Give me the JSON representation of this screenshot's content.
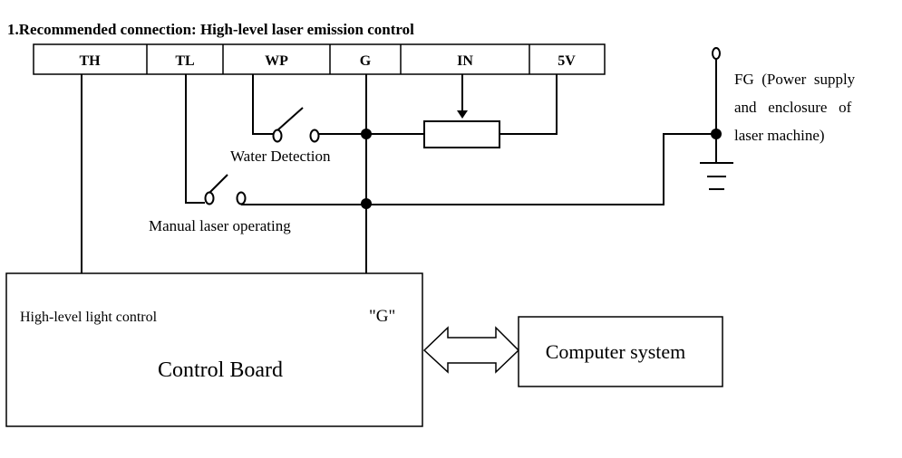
{
  "title": "1.Recommended connection: High-level laser emission control",
  "terminals": [
    "TH",
    "TL",
    "WP",
    "G",
    "IN",
    "5V"
  ],
  "labels": {
    "water_detection": "Water Detection",
    "manual_laser": "Manual laser operating",
    "fg_line1": "FG  (Power  supply",
    "fg_line2": "and   enclosure   of",
    "fg_line3": "laser machine)"
  },
  "control_board": {
    "subtitle": "High-level light control",
    "g_label": "\"G\"",
    "name": "Control Board"
  },
  "computer": {
    "label": "Computer system"
  }
}
